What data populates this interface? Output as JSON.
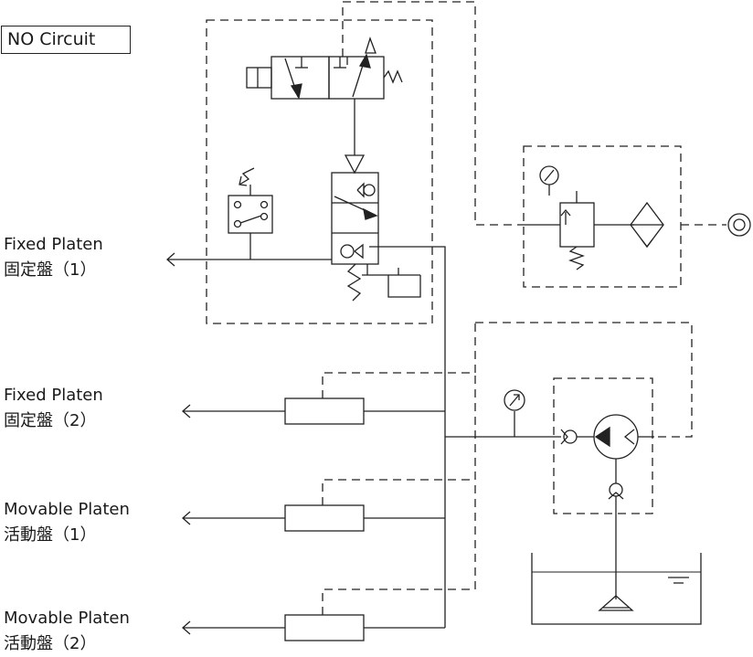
{
  "diagram": {
    "title": "NO Circuit",
    "outputs": [
      {
        "en": "Fixed Platen",
        "zh": "固定盤（1）"
      },
      {
        "en": "Fixed Platen",
        "zh": "固定盤（2）"
      },
      {
        "en": "Movable Platen",
        "zh": "活動盤（1）"
      },
      {
        "en": "Movable Platen",
        "zh": "活動盤（2）"
      }
    ],
    "components": [
      "solenoid-valve-icon",
      "pilot-check-valve-icon",
      "pressure-switch-icon",
      "pressure-gauge-icon",
      "pressure-regulator-icon",
      "filter-icon",
      "pump-icon",
      "check-valve-icon",
      "tank-icon",
      "air-source-icon",
      "cylinder-icon"
    ]
  }
}
